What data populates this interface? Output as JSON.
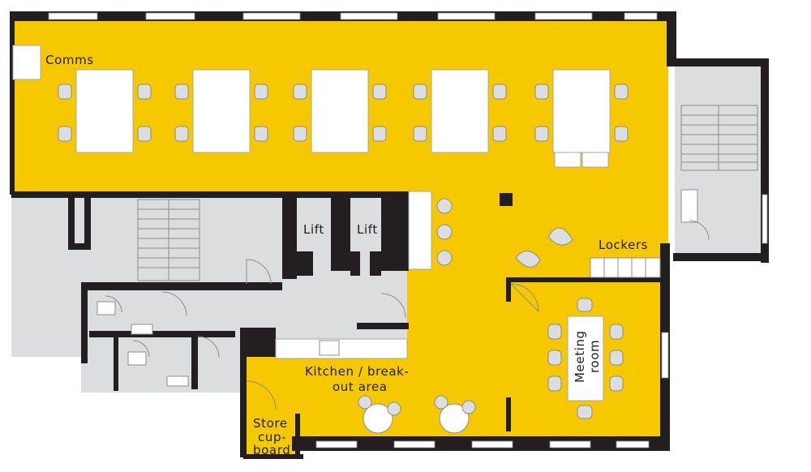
{
  "labels": {
    "comms": "Comms",
    "lift_left": "Lift",
    "lift_right": "Lift",
    "lockers": "Lockers",
    "kitchen_line1": "Kitchen / break-",
    "kitchen_line2": "out area",
    "meeting_line1": "Meeting",
    "meeting_line2": "room",
    "store_line1": "Store",
    "store_line2": "cup-",
    "store_line3": "board"
  },
  "colors": {
    "office_yellow": "#f5c800",
    "core_grey": "#dcddde",
    "wall": "#231f20"
  }
}
